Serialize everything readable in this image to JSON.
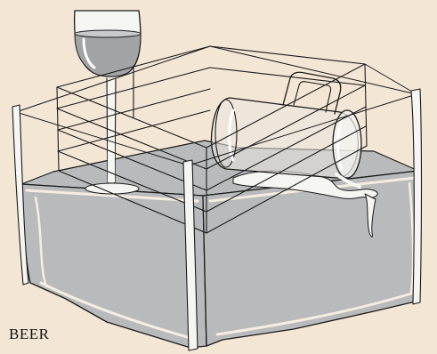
{
  "caption": "BEER",
  "colors": {
    "background": "#f3e6d5",
    "tablecloth": "#b9babb",
    "tablecloth_shadow": "#9c9d9f",
    "liquid": "#a2a3a5",
    "ink": "#1a1a1a",
    "glass_highlight": "#ffffff",
    "spill": "#f5f5f2"
  },
  "scene": {
    "objects": [
      "wine-glass",
      "tipped-beer-mug",
      "spilled-beer",
      "tablecloth",
      "wire-cage",
      "posts"
    ]
  }
}
